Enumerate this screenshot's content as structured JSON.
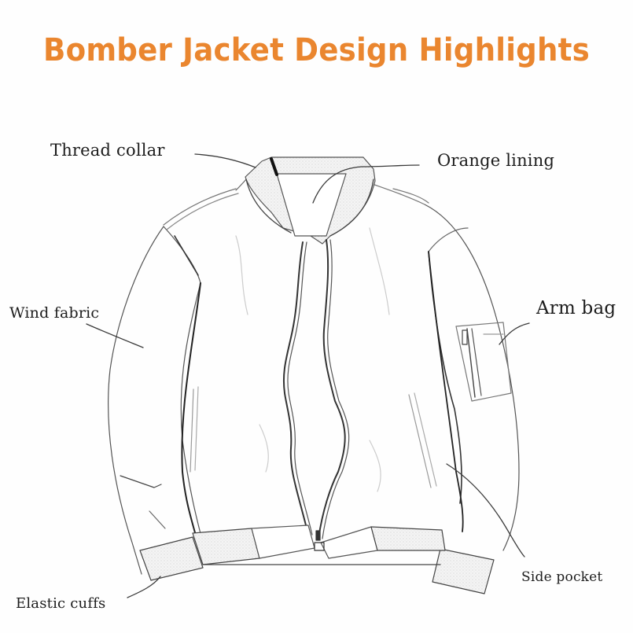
{
  "title": "Bomber Jacket Design Highlights",
  "colors": {
    "title": "#EA862F",
    "label_text": "#1c1c1c",
    "line_art": "#2a2a2a",
    "background": "#ffffff"
  },
  "illustration": {
    "subject": "bomber-jacket-line-drawing",
    "style": "pencil-sketch"
  },
  "callouts": [
    {
      "id": "thread-collar",
      "label": "Thread collar"
    },
    {
      "id": "orange-lining",
      "label": "Orange lining"
    },
    {
      "id": "wind-fabric",
      "label": "Wind fabric"
    },
    {
      "id": "arm-bag",
      "label": "Arm bag"
    },
    {
      "id": "side-pocket",
      "label": "Side pocket"
    },
    {
      "id": "elastic-cuffs",
      "label": "Elastic cuffs"
    }
  ]
}
